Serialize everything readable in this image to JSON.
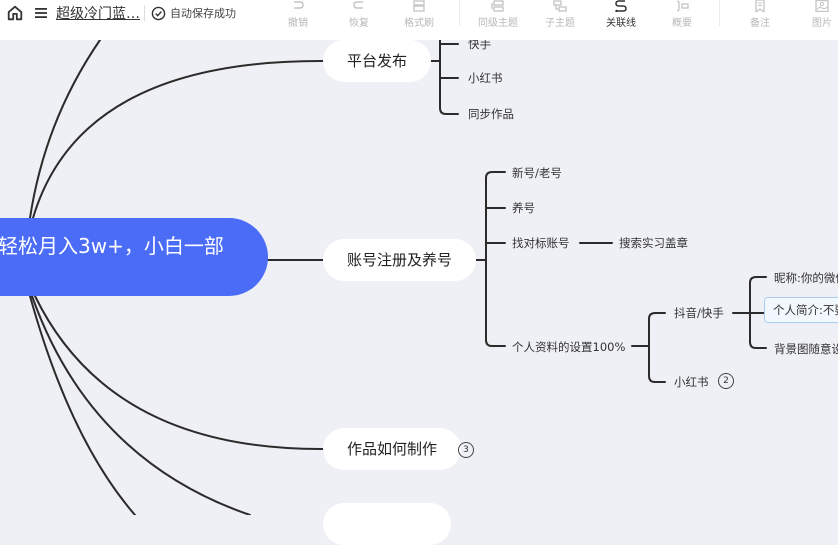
{
  "topbar": {
    "home_icon": "home-icon",
    "menu_icon": "menu-icon",
    "doc_title": "超级冷门蓝…",
    "save_status": "自动保存成功",
    "tools": [
      {
        "label": "撤销",
        "icon": "undo-icon",
        "active": false
      },
      {
        "label": "恢复",
        "icon": "redo-icon",
        "active": false
      },
      {
        "label": "格式刷",
        "icon": "format-brush-icon",
        "active": false
      },
      {
        "label": "同级主题",
        "icon": "sibling-topic-icon",
        "active": false
      },
      {
        "label": "子主题",
        "icon": "subtopic-icon",
        "active": false
      },
      {
        "label": "关联线",
        "icon": "relation-line-icon",
        "active": true
      },
      {
        "label": "概要",
        "icon": "summary-icon",
        "active": false
      },
      {
        "label": "备注",
        "icon": "note-icon",
        "active": false
      },
      {
        "label": "图片",
        "icon": "image-icon",
        "active": false
      }
    ]
  },
  "mindmap": {
    "root": "轻松月入3w+，小白一部",
    "branches": [
      {
        "label": "平台发布",
        "children": [
          "快手",
          "小红书",
          "同步作品"
        ]
      },
      {
        "label": "账号注册及养号",
        "children": [
          {
            "label": "新号/老号"
          },
          {
            "label": "养号"
          },
          {
            "label": "找对标账号",
            "children": [
              {
                "label": "搜索实习盖章"
              }
            ]
          },
          {
            "label": "个人资料的设置100%",
            "children": [
              {
                "label": "抖音/快手",
                "children": [
                  {
                    "label": "昵称:你的微信"
                  },
                  {
                    "label": "个人简介:不要",
                    "selected": true
                  },
                  {
                    "label": "背景图随意设"
                  }
                ]
              },
              {
                "label": "小红书",
                "collapsed_count": "2"
              }
            ]
          }
        ]
      },
      {
        "label": "作品如何制作",
        "collapsed_count": "3"
      }
    ]
  },
  "colors": {
    "root_fill": "#4a6cf7",
    "canvas_bg": "#eff0f5",
    "line": "#2b2b2b",
    "selected_border": "#a9cdf0"
  }
}
